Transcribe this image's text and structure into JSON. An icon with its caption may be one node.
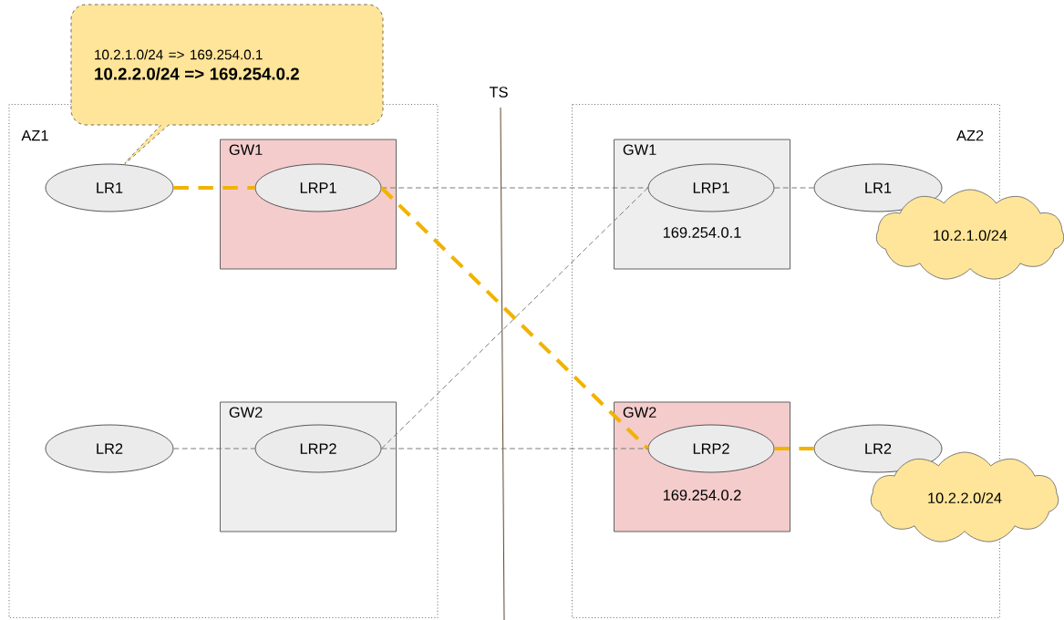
{
  "diagram": {
    "nodes": [
      {
        "text": [
          "AZ1"
        ]
      },
      {
        "text": [
          "AZ2"
        ]
      },
      {
        "text": [
          "10.2.1.0/24 => 169.254.0.1",
          "10.2.2.0/24 => 169.254.0.2"
        ]
      },
      {
        "text": [
          "LR1"
        ],
        "in": 0
      },
      {
        "text": [
          "GW1"
        ],
        "in": 0
      },
      {
        "text": [
          "LRP1"
        ],
        "in": 4
      },
      {
        "text": [
          "LR2"
        ],
        "in": 0
      },
      {
        "text": [
          "GW2"
        ],
        "in": 0
      },
      {
        "text": [
          "LRP2"
        ],
        "in": 7
      },
      {
        "text": [
          "GW1",
          "169.254.0.1"
        ],
        "in": 1
      },
      {
        "text": [
          "LRP1"
        ],
        "in": 9
      },
      {
        "text": [
          "LR1"
        ],
        "in": 1
      },
      {
        "text": [
          "10.2.1.0/24"
        ]
      },
      {
        "text": [
          "GW2",
          "169.254.0.2"
        ],
        "in": 1
      },
      {
        "text": [
          "LRP2"
        ],
        "in": 13
      },
      {
        "text": [
          "LR2"
        ],
        "in": 1
      },
      {
        "text": [
          "10.2.2.0/24"
        ]
      }
    ],
    "edges": [
      {
        "from": 3,
        "to": 5,
        "arrow": "none",
        "style": "dashed",
        "color": "#f1b300"
      },
      {
        "from": 5,
        "to": 10,
        "arrow": "none",
        "style": "dashed"
      },
      {
        "from": 5,
        "to": 14,
        "arrow": "none",
        "style": "dashed",
        "color": "#f1b300"
      },
      {
        "from": 10,
        "to": 11,
        "arrow": "none",
        "style": "dashed"
      },
      {
        "from": 6,
        "to": 8,
        "arrow": "none",
        "style": "dashed"
      },
      {
        "from": 8,
        "to": 10,
        "arrow": "none",
        "style": "dashed"
      },
      {
        "from": 8,
        "to": 14,
        "arrow": "none",
        "style": "dashed"
      },
      {
        "from": 14,
        "to": 15,
        "arrow": "none",
        "style": "dashed",
        "color": "#f1b300"
      }
    ],
    "labels": [
      "TS"
    ]
  }
}
